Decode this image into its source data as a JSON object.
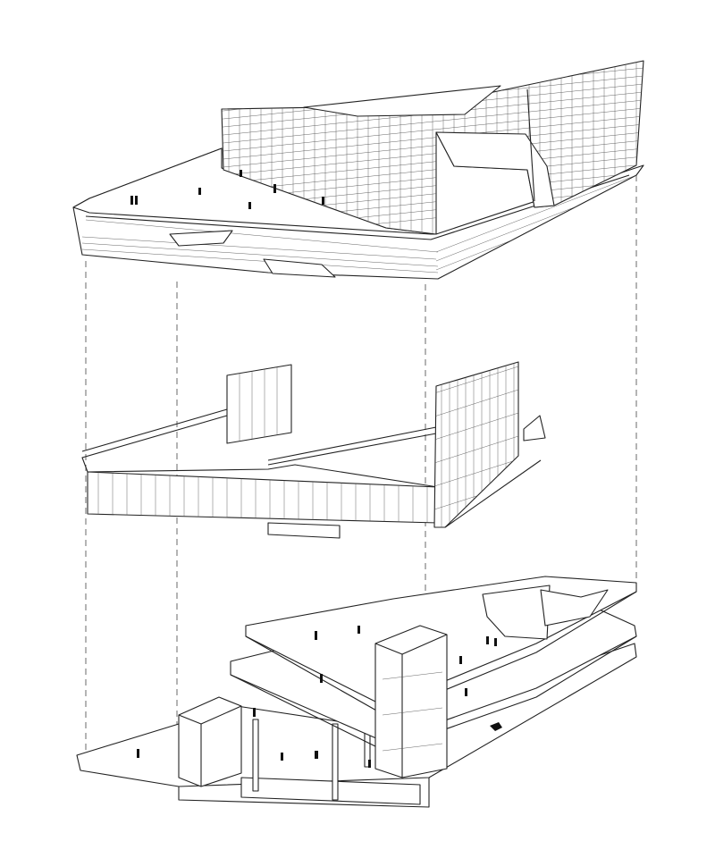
{
  "diagram": {
    "type": "exploded-axonometric",
    "line_color": "#222222",
    "background": "#ffffff",
    "layers": [
      {
        "id": "roof-envelope"
      },
      {
        "id": "facade-walls"
      },
      {
        "id": "floor-plates"
      }
    ]
  }
}
